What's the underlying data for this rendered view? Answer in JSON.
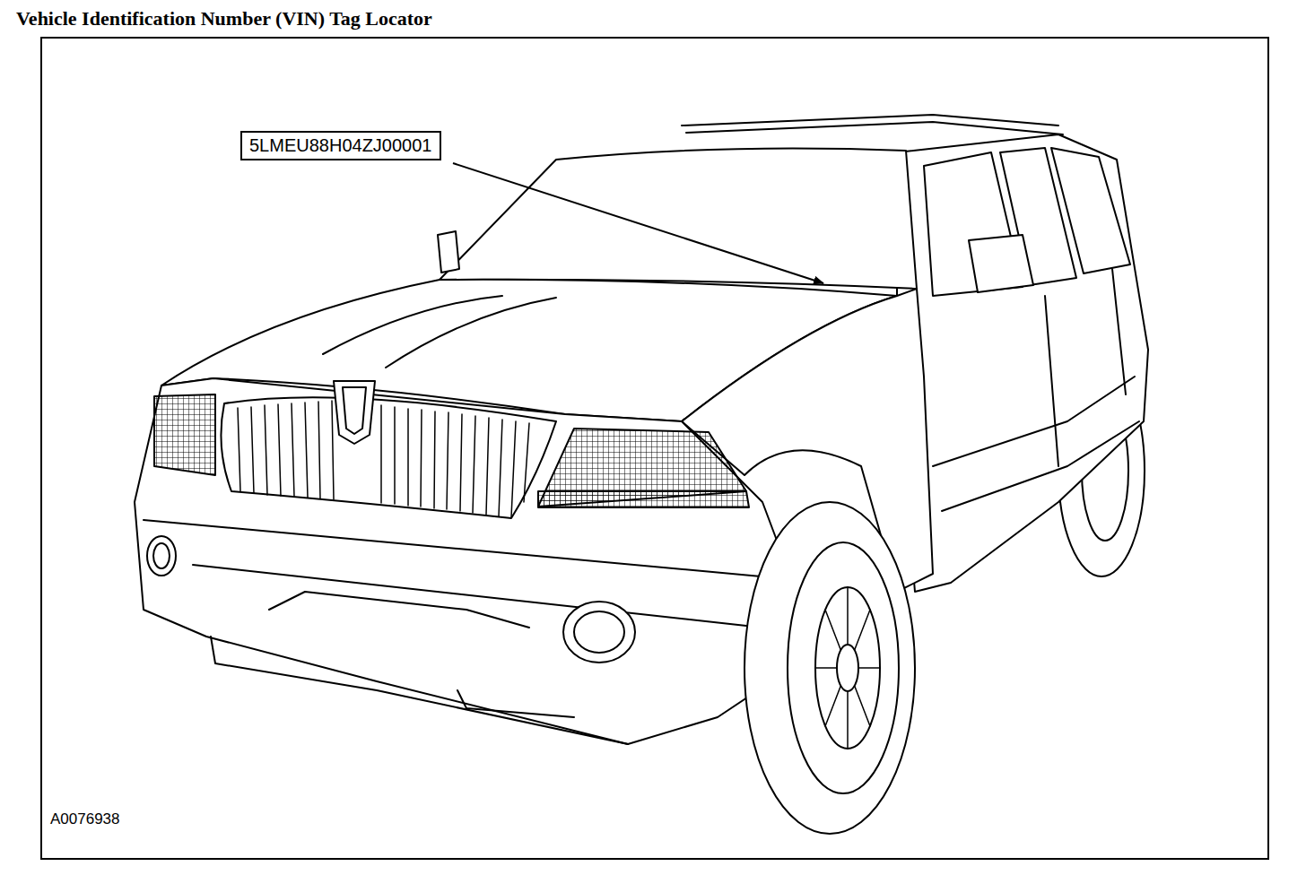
{
  "diagram": {
    "title": "Vehicle Identification Number (VIN) Tag Locator",
    "nodes": [
      {
        "text": [
          "5LMEU88H04ZJ00001"
        ]
      }
    ],
    "labels": [
      "A0076938"
    ]
  }
}
